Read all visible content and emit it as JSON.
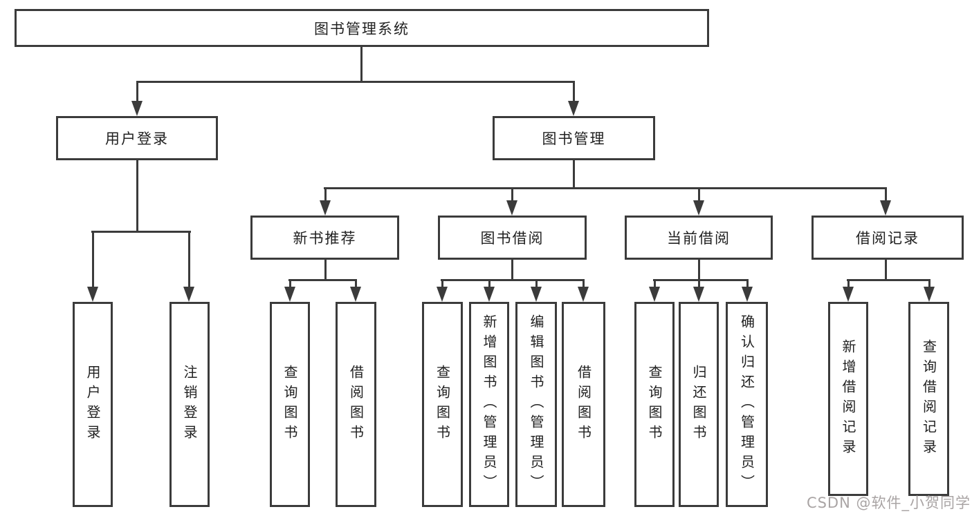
{
  "diagram": {
    "root": {
      "label": "图书管理系统"
    },
    "branches": [
      {
        "label": "用户登录",
        "children": [
          {
            "label": "用户登录"
          },
          {
            "label": "注销登录"
          }
        ]
      },
      {
        "label": "图书管理",
        "children": [
          {
            "label": "新书推荐",
            "children": [
              {
                "label": "查询图书"
              },
              {
                "label": "借阅图书"
              }
            ]
          },
          {
            "label": "图书借阅",
            "children": [
              {
                "label": "查询图书"
              },
              {
                "label": "新增图书（管理员）"
              },
              {
                "label": "编辑图书（管理员）"
              },
              {
                "label": "借阅图书"
              }
            ]
          },
          {
            "label": "当前借阅",
            "children": [
              {
                "label": "查询图书"
              },
              {
                "label": "归还图书"
              },
              {
                "label": "确认归还（管理员）"
              }
            ]
          },
          {
            "label": "借阅记录",
            "children": [
              {
                "label": "新增借阅记录"
              },
              {
                "label": "查询借阅记录"
              }
            ]
          }
        ]
      }
    ]
  },
  "watermark": {
    "text": "CSDN @软件_小贺同学",
    "color": "#a9a4a4"
  },
  "colors": {
    "line": "#3b3b3b",
    "text": "#212121",
    "background": "#ffffff"
  }
}
